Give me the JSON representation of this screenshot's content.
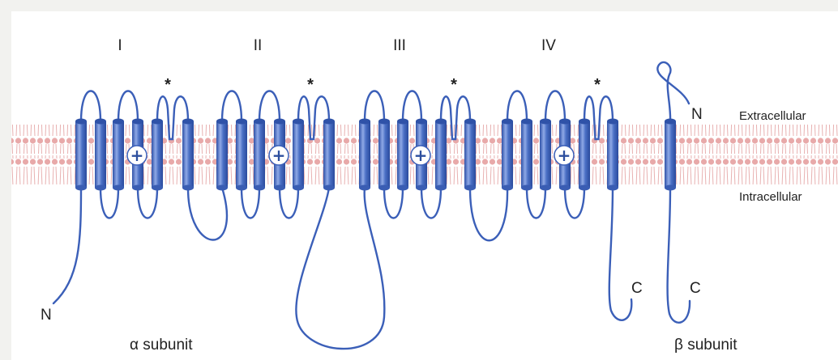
{
  "domains": [
    {
      "numeral": "I"
    },
    {
      "numeral": "II"
    },
    {
      "numeral": "III"
    },
    {
      "numeral": "IV"
    }
  ],
  "voltage_sensor_symbol": "+",
  "pore_loop_marker": "*",
  "labels": {
    "extracellular": "Extracellular",
    "intracellular": "Intracellular",
    "alpha_subunit": "α subunit",
    "beta_subunit": "β subunit",
    "alpha_n_terminus": "N",
    "alpha_c_terminus": "C",
    "beta_n_terminus": "N",
    "beta_c_terminus": "C"
  },
  "colors": {
    "helix": "#4a6fc4",
    "helix_light": "#8fa9e6",
    "chain": "#3b5fb8",
    "membrane_lipid": "#e6a4a4",
    "background": "#f2f2ef"
  }
}
